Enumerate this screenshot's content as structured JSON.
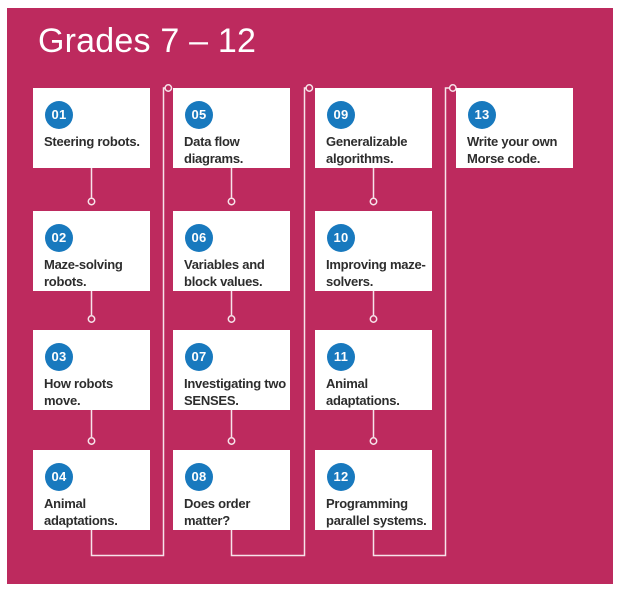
{
  "page": {
    "title": "Grades 7 – 12"
  },
  "theme": {
    "background_color": "#bd2a5e",
    "card_color": "#ffffff",
    "badge_color": "#1879be",
    "card_text_color": "#2d2d2d",
    "title_color": "#ffffff",
    "connector_color": "#ffffff"
  },
  "flow_order": [
    "01",
    "02",
    "03",
    "04",
    "05",
    "06",
    "07",
    "08",
    "09",
    "10",
    "11",
    "12",
    "13"
  ],
  "columns": [
    {
      "cards": [
        {
          "number": "01",
          "label": "Steering robots."
        },
        {
          "number": "02",
          "label": "Maze-solving\nrobots."
        },
        {
          "number": "03",
          "label": "How robots\nmove."
        },
        {
          "number": "04",
          "label": "Animal\nadaptations."
        }
      ]
    },
    {
      "cards": [
        {
          "number": "05",
          "label": "Data flow\ndiagrams."
        },
        {
          "number": "06",
          "label": "Variables and\nblock values."
        },
        {
          "number": "07",
          "label": "Investigating two\nSENSES."
        },
        {
          "number": "08",
          "label": "Does order\nmatter?"
        }
      ]
    },
    {
      "cards": [
        {
          "number": "09",
          "label": "Generalizable\nalgorithms."
        },
        {
          "number": "10",
          "label": "Improving maze-\nsolvers."
        },
        {
          "number": "11",
          "label": "Animal\nadaptations."
        },
        {
          "number": "12",
          "label": "Programming\nparallel systems."
        }
      ]
    },
    {
      "cards": [
        {
          "number": "13",
          "label": "Write your own\nMorse code."
        }
      ]
    }
  ]
}
